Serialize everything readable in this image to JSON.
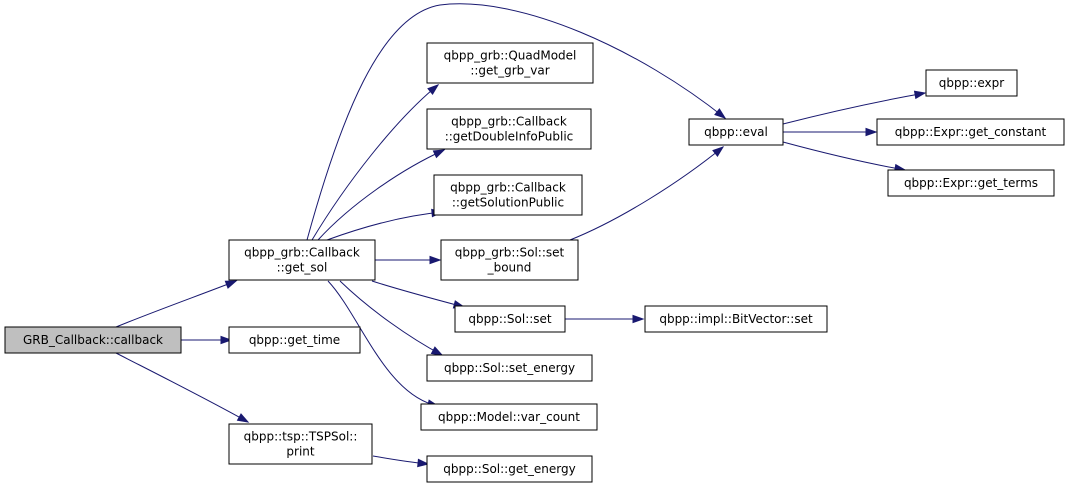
{
  "nodes": [
    {
      "id": "root",
      "lines": [
        "GRB_Callback::callback"
      ]
    },
    {
      "id": "get_sol",
      "lines": [
        "qbpp_grb::Callback",
        "::get_sol"
      ]
    },
    {
      "id": "get_time",
      "lines": [
        "qbpp::get_time"
      ]
    },
    {
      "id": "print",
      "lines": [
        "qbpp::tsp::TSPSol::",
        "print"
      ]
    },
    {
      "id": "quad_get_grb_var",
      "lines": [
        "qbpp_grb::QuadModel",
        "::get_grb_var"
      ]
    },
    {
      "id": "get_double_info",
      "lines": [
        "qbpp_grb::Callback",
        "::getDoubleInfoPublic"
      ]
    },
    {
      "id": "get_solution_public",
      "lines": [
        "qbpp_grb::Callback",
        "::getSolutionPublic"
      ]
    },
    {
      "id": "set_bound",
      "lines": [
        "qbpp_grb::Sol::set",
        "_bound"
      ]
    },
    {
      "id": "sol_set",
      "lines": [
        "qbpp::Sol::set"
      ]
    },
    {
      "id": "set_energy",
      "lines": [
        "qbpp::Sol::set_energy"
      ]
    },
    {
      "id": "var_count",
      "lines": [
        "qbpp::Model::var_count"
      ]
    },
    {
      "id": "get_energy",
      "lines": [
        "qbpp::Sol::get_energy"
      ]
    },
    {
      "id": "eval",
      "lines": [
        "qbpp::eval"
      ]
    },
    {
      "id": "bitvector_set",
      "lines": [
        "qbpp::impl::BitVector::set"
      ]
    },
    {
      "id": "expr",
      "lines": [
        "qbpp::expr"
      ]
    },
    {
      "id": "get_constant",
      "lines": [
        "qbpp::Expr::get_constant"
      ]
    },
    {
      "id": "get_terms",
      "lines": [
        "qbpp::Expr::get_terms"
      ]
    }
  ],
  "edges": [
    {
      "from": "root",
      "to": "get_sol"
    },
    {
      "from": "root",
      "to": "get_time"
    },
    {
      "from": "root",
      "to": "print"
    },
    {
      "from": "get_sol",
      "to": "quad_get_grb_var"
    },
    {
      "from": "get_sol",
      "to": "get_double_info"
    },
    {
      "from": "get_sol",
      "to": "get_solution_public"
    },
    {
      "from": "get_sol",
      "to": "set_bound"
    },
    {
      "from": "get_sol",
      "to": "sol_set"
    },
    {
      "from": "get_sol",
      "to": "set_energy"
    },
    {
      "from": "get_sol",
      "to": "var_count"
    },
    {
      "from": "get_sol",
      "to": "eval"
    },
    {
      "from": "print",
      "to": "get_energy"
    },
    {
      "from": "set_bound",
      "to": "eval"
    },
    {
      "from": "sol_set",
      "to": "bitvector_set"
    },
    {
      "from": "eval",
      "to": "expr"
    },
    {
      "from": "eval",
      "to": "get_constant"
    },
    {
      "from": "eval",
      "to": "get_terms"
    }
  ]
}
